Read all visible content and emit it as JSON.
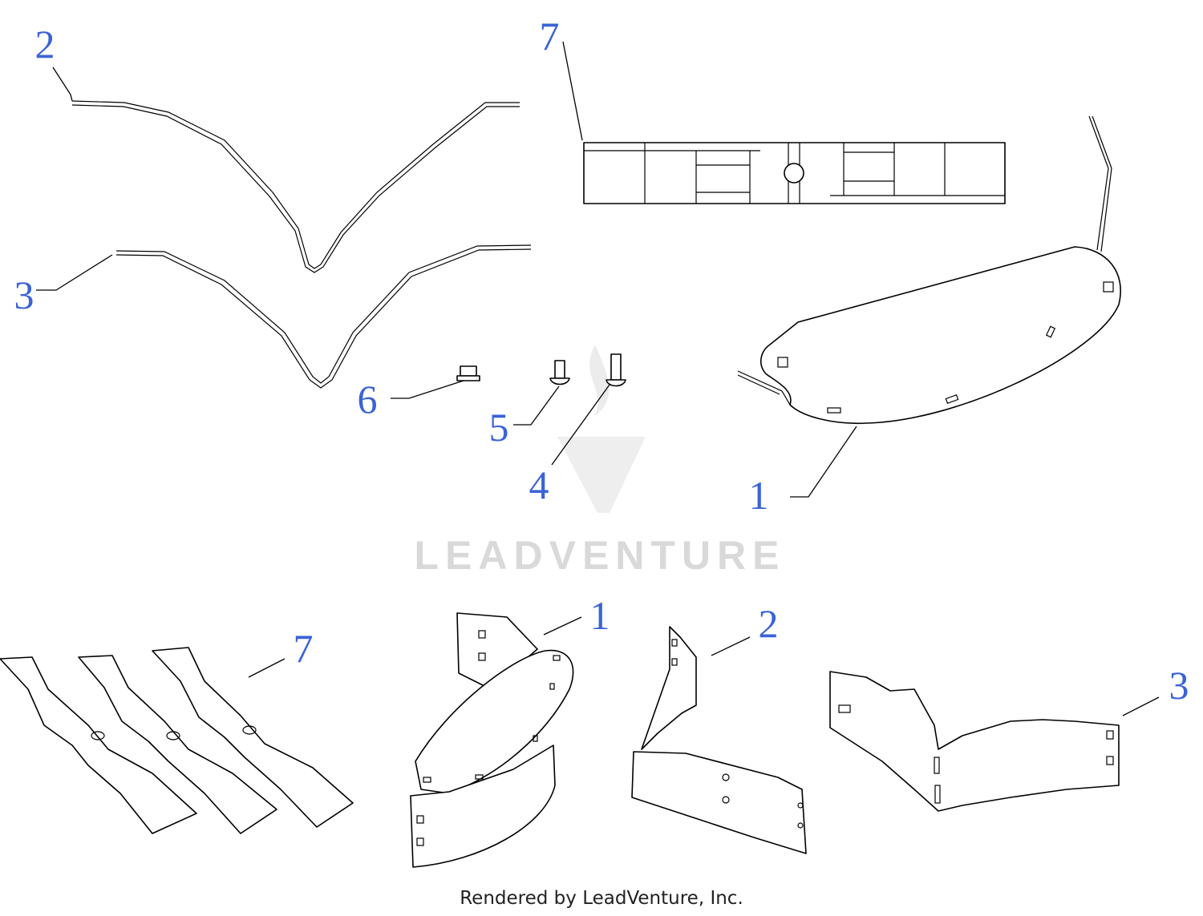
{
  "callouts": {
    "c1_top": "1",
    "c2_top": "2",
    "c3_top": "3",
    "c4": "4",
    "c5": "5",
    "c6": "6",
    "c7_top": "7",
    "c1_bottom": "1",
    "c2_bottom": "2",
    "c3_bottom": "3",
    "c7_bottom": "7"
  },
  "watermark": {
    "brand": "LEADVENTURE"
  },
  "footer": {
    "text": "Rendered by LeadVenture, Inc."
  },
  "colors": {
    "callout": "#3a63d6",
    "line": "#000000",
    "watermark": "#d9d9d9"
  }
}
